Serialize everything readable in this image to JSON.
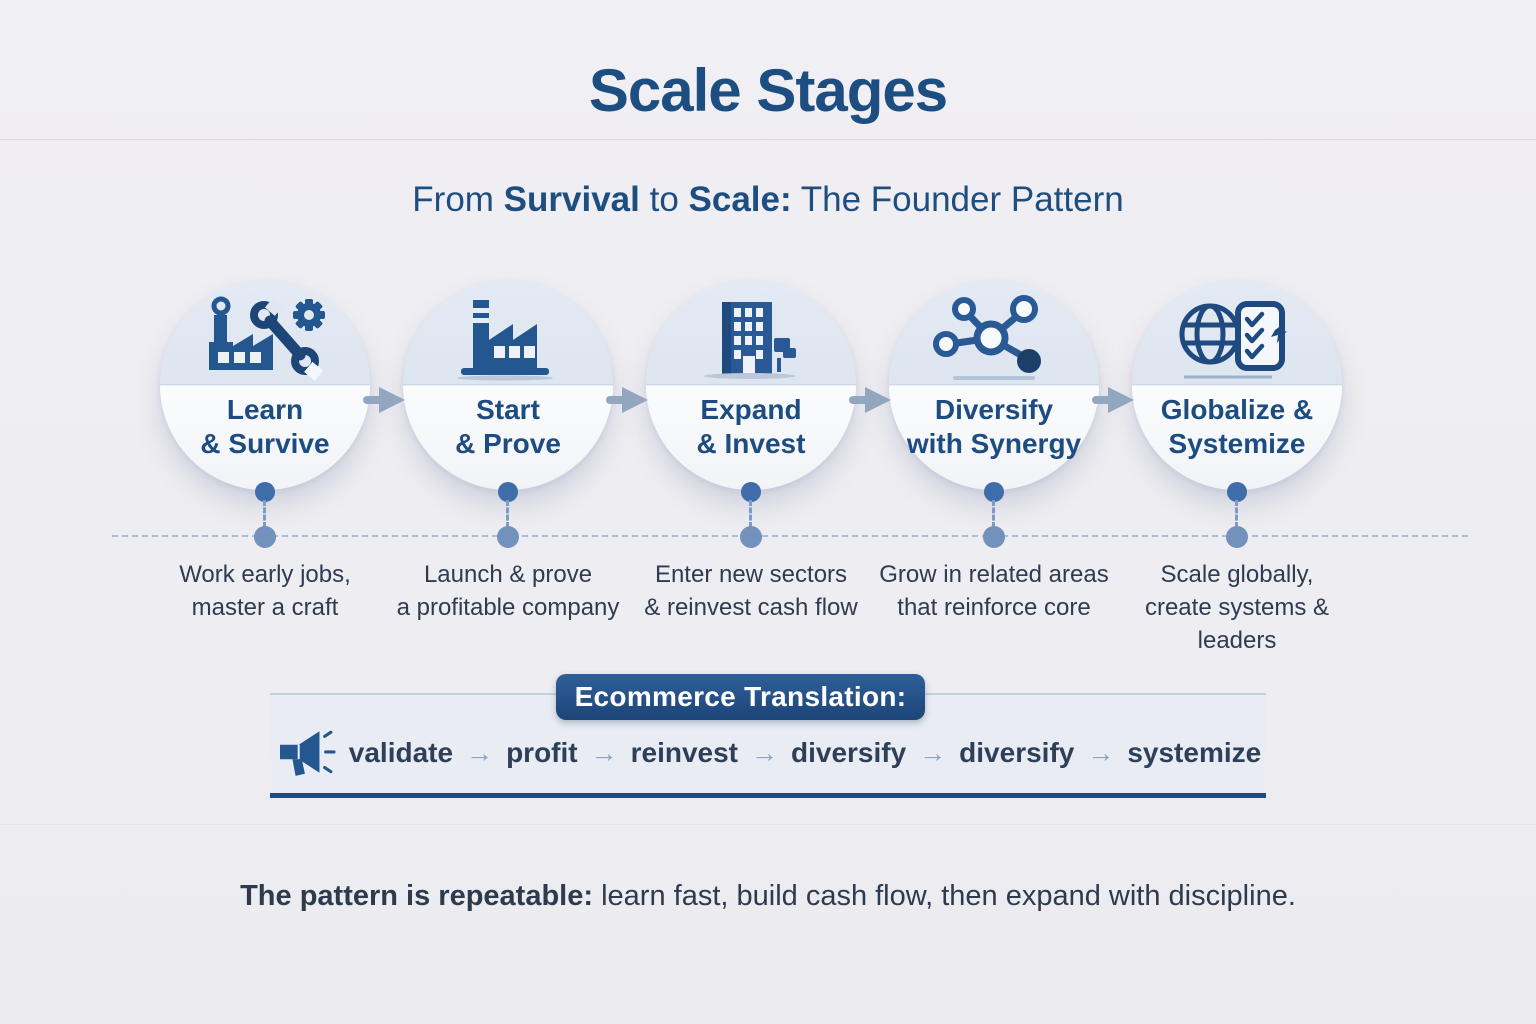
{
  "header": {
    "title": "Scale Stages",
    "subtitle_p1": "From ",
    "subtitle_b1": "Survival",
    "subtitle_p2": " to ",
    "subtitle_b2": "Scale:",
    "subtitle_p3": " The Founder Pattern"
  },
  "stages": [
    {
      "label1": "Learn",
      "label2": "& Survive",
      "icon": "factory-tools-icon",
      "desc1": "Work early jobs,",
      "desc2": "master a craft",
      "desc3": ""
    },
    {
      "label1": "Start",
      "label2": "& Prove",
      "icon": "factory-icon",
      "desc1": "Launch & prove",
      "desc2": "a profitable company",
      "desc3": ""
    },
    {
      "label1": "Expand",
      "label2": "& Invest",
      "icon": "office-building-icon",
      "desc1": "Enter new sectors",
      "desc2": "& reinvest cash flow",
      "desc3": ""
    },
    {
      "label1": "Diversify",
      "label2": "with Synergy",
      "icon": "network-synergy-icon",
      "desc1": "Grow in related areas",
      "desc2": "that reinforce core",
      "desc3": ""
    },
    {
      "label1": "Globalize &",
      "label2": "Systemize",
      "icon": "globe-checklist-icon",
      "desc1": "Scale globally,",
      "desc2": "create systems &",
      "desc3": "leaders"
    }
  ],
  "banner": {
    "title": "Ecommerce Translation:",
    "icon": "megaphone-icon",
    "arrow_glyph": "→",
    "steps": [
      "validate",
      "profit",
      "reinvest",
      "diversify",
      "diversify",
      "systemize"
    ]
  },
  "footer": {
    "bold": "The pattern is repeatable:",
    "rest": " learn fast, build cash flow, then expand with discipline."
  },
  "colors": {
    "background": "#efeef2",
    "navy_text": "#1d4e82",
    "icon_navy": "#24568f",
    "icon_navy_dark": "#1c3f69",
    "arrow_gray_blue": "#93a6bf",
    "band_fill": "#e9edf3",
    "band_border_bottom": "#1f4a7d",
    "pill_fill": "#24568e",
    "dot_solid": "#3e6da9",
    "dot_light": "#7291bb"
  }
}
